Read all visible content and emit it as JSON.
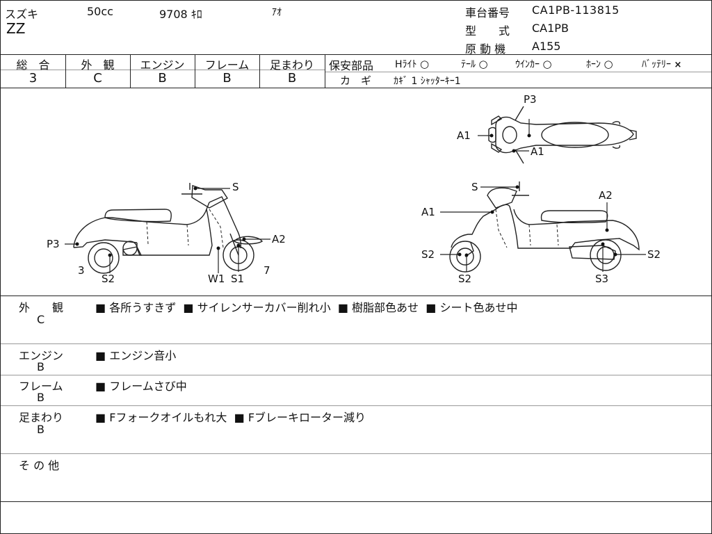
{
  "header": {
    "maker": "スズキ",
    "displacement": "50cc",
    "mileage": "9708 ｷﾛ",
    "color": "ｱｵ",
    "model": "ZZ",
    "frame_no_label": "車台番号",
    "frame_no": "CA1PB-113815",
    "type_label": "型　　式",
    "type_value": "CA1PB",
    "engine_label": "原 動 機",
    "engine_value": "A155"
  },
  "grades": [
    {
      "label": "総　合",
      "value": "3"
    },
    {
      "label": "外　観",
      "value": "C"
    },
    {
      "label": "エンジン",
      "value": "B"
    },
    {
      "label": "フレーム",
      "value": "B"
    },
    {
      "label": "足まわり",
      "value": "B"
    }
  ],
  "safety": {
    "label": "保安部品",
    "items": [
      {
        "name": "Hﾗｲﾄ",
        "mark": "○"
      },
      {
        "name": "ﾃｰﾙ",
        "mark": "○"
      },
      {
        "name": "ｳｲﾝｶｰ",
        "mark": "○"
      },
      {
        "name": "ﾎｰﾝ",
        "mark": "○"
      },
      {
        "name": "ﾊﾞｯﾃﾘｰ",
        "mark": "×"
      }
    ],
    "key_label": "カ　ギ",
    "key_value": "ｶｷﾞ 1 ｼｬｯﾀｰｷｰ1"
  },
  "diagram": {
    "left": {
      "S": "S",
      "A2": "A2",
      "P3": "P3",
      "n3": "3",
      "S2": "S2",
      "W1": "W1",
      "S1": "S1",
      "n7": "7"
    },
    "top": {
      "P3": "P3",
      "A1a": "A1",
      "A1b": "A1"
    },
    "right": {
      "S": "S",
      "A2": "A2",
      "A1": "A1",
      "S2a": "S2",
      "S2b": "S2",
      "S2c": "S2",
      "S3": "S3"
    }
  },
  "remarks": [
    {
      "label": "外　　観",
      "grade": "C",
      "items": [
        "各所うすきず",
        "サイレンサーカバー削れ小",
        "樹脂部色あせ",
        "シート色あせ中"
      ]
    },
    {
      "label": "エンジン",
      "grade": "B",
      "items": [
        "エンジン音小"
      ]
    },
    {
      "label": "フレーム",
      "grade": "B",
      "items": [
        "フレームさび中"
      ]
    },
    {
      "label": "足まわり",
      "grade": "B",
      "items": [
        "Fフォークオイルもれ大",
        "Fブレーキローター減り"
      ]
    },
    {
      "label": "そ の 他",
      "grade": "",
      "items": []
    }
  ],
  "bullet": "■"
}
